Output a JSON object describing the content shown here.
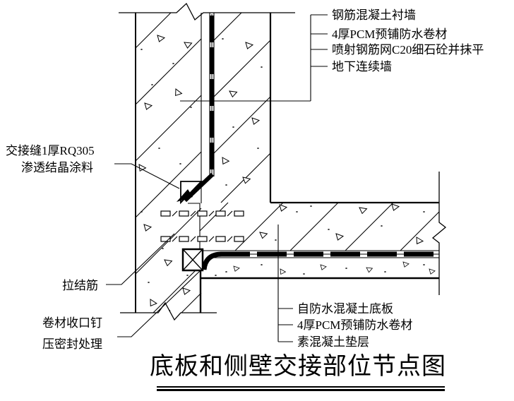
{
  "title": "底板和侧壁交接部位节点图",
  "colors": {
    "ink": "#000000",
    "paper": "#ffffff"
  },
  "labels": {
    "top_right": [
      {
        "text": "钢筋混凝土衬墙"
      },
      {
        "text": "4厚PCM预铺防水卷材"
      },
      {
        "text": "喷射钢筋网C20细石砼并抹平"
      },
      {
        "text": "地下连续墙"
      }
    ],
    "left": {
      "joint_coating_line1": "交接缝1厚RQ305",
      "joint_coating_line2": "渗透结晶涂料",
      "tie_bar": "拉结筋",
      "membrane_end_line1": "卷材收口钉",
      "membrane_end_line2": "压密封处理"
    },
    "bottom_right": [
      {
        "text": "自防水混凝土底板"
      },
      {
        "text": "4厚PCM预铺防水卷材"
      },
      {
        "text": "素混凝土垫层"
      }
    ]
  }
}
